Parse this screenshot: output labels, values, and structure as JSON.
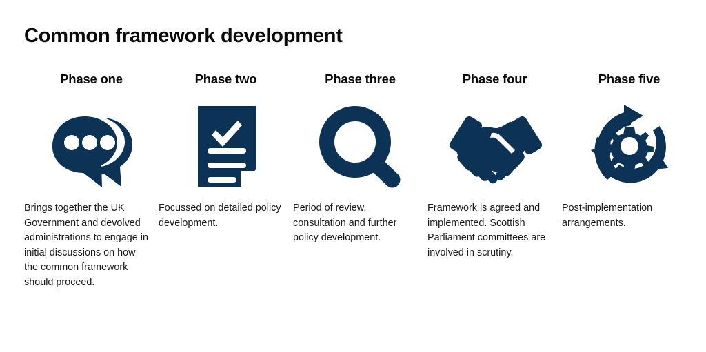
{
  "title": "Common framework development",
  "colors": {
    "navy": "#0c3255",
    "text": "#1b1b1b",
    "heading": "#0a0a0a",
    "background": "#ffffff"
  },
  "phases": [
    {
      "heading": "Phase one",
      "icon": "speech-bubbles-icon",
      "body": "Brings together the UK Government and devolved administrations to engage in initial discussions on how the common framework should proceed."
    },
    {
      "heading": "Phase two",
      "icon": "document-checklist-icon",
      "body": "Focussed on detailed policy development."
    },
    {
      "heading": "Phase three",
      "icon": "magnifying-glass-icon",
      "body": "Period of review, consultation and further policy development."
    },
    {
      "heading": "Phase four",
      "icon": "handshake-icon",
      "body": "Framework is agreed and implemented. Scottish Parliament committees are involved in scrutiny."
    },
    {
      "heading": "Phase five",
      "icon": "gear-cycle-icon",
      "body": "Post-implementation arrangements."
    }
  ]
}
